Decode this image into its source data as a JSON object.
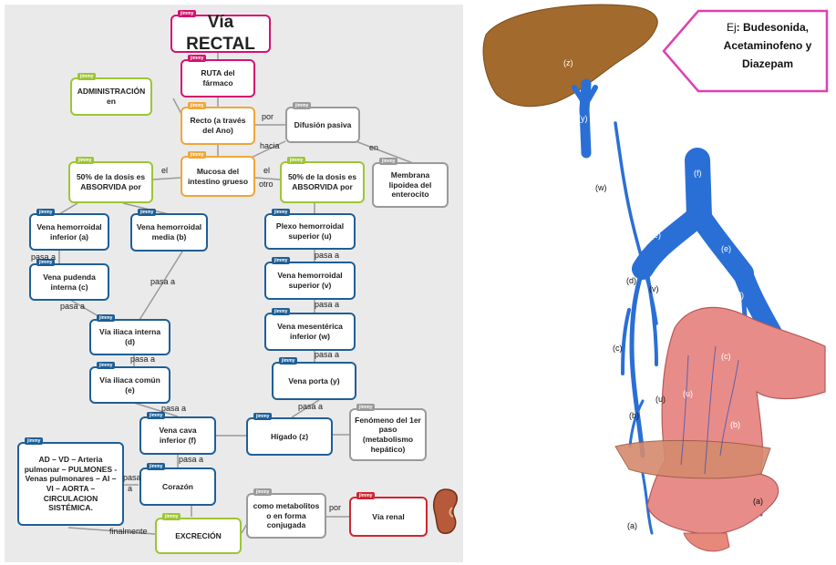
{
  "tag": "jimmy",
  "nodes": {
    "title": "Vía RECTAL",
    "ruta": "RUTA del fármaco",
    "administracion": "ADMINISTRACIÓN en",
    "recto": "Recto (a través del Ano)",
    "difusion": "Difusión pasiva",
    "membrana": "Membrana lipoidea del enterocito",
    "mucosa": "Mucosa del intestino grueso",
    "pct_left": "50% de la dosis es ABSORVIDA por",
    "pct_right": "50% de la dosis es ABSORVIDA por",
    "vena_hem_inf": "Vena hemorroidal inferior (a)",
    "vena_hem_media": "Vena hemorroidal media (b)",
    "plexo": "Plexo hemorroidal superior (u)",
    "vena_pudenda": "Vena pudenda interna (c)",
    "vena_hem_sup": "Vena hemorroidal superior (v)",
    "vena_mesenterica": "Vena mesentérica inferior (w)",
    "via_iliaca_interna": "Vía iliaca interna (d)",
    "vena_porta": "Vena porta (y)",
    "via_iliaca_comun": "Vía iliaca común (e)",
    "fenomeno": "Fenómeno del 1er paso (metabolismo hepático)",
    "vena_cava": "Vena cava inferior (f)",
    "higado": "Hígado (z)",
    "circulacion": "AD – VD – Arteria pulmonar – PULMONES - Venas pulmonares – AI – VI – AORTA – CIRCULACION SISTÉMICA.",
    "corazon": "Corazón",
    "metabolitos": "como metabolitos o en forma conjugada",
    "via_renal": "Vía renal",
    "excrecion": "EXCRECIÓN"
  },
  "links": {
    "por": "por",
    "hacia": "hacia",
    "en": "en",
    "el_left": "el",
    "el_right": "el",
    "otro": "otro",
    "pasa_a": "pasa a",
    "pasa_short": "pasa",
    "a": "a",
    "finalmente": "finalmente",
    "por2": "por"
  },
  "example": {
    "ej": "Ej",
    "rest": ": Budesonida, Acetaminofeno y Diazepam"
  },
  "anatomy_labels": {
    "z": "(z)",
    "y": "(y)",
    "w": "(w)",
    "f": "(f)",
    "e": "(e)",
    "d": "(d)",
    "v": "(v)",
    "c": "(c)",
    "u": "(u)",
    "b": "(b)",
    "a": "(a)"
  },
  "colors": {
    "pink": "#d4126e",
    "green": "#9dc534",
    "orange": "#f0a63a",
    "gray": "#9a9a9a",
    "blue": "#1e5f96",
    "red": "#d02531",
    "vein": "#2a6fd6",
    "liver": "#a26a2d",
    "rectum": "#e88c8a"
  }
}
